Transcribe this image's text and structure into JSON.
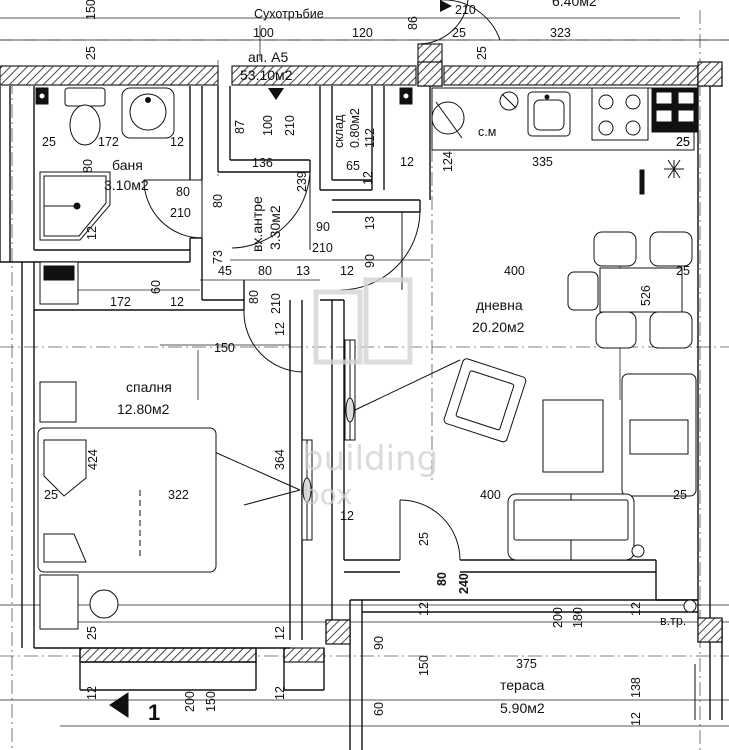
{
  "apartment": {
    "title": "ап. А5",
    "area": "53.10м2"
  },
  "rooms": {
    "bathroom": {
      "name": "баня",
      "area": "3.10м2"
    },
    "entrance": {
      "name": "вх.антре",
      "area": "3.30м2"
    },
    "storage": {
      "name": "склад",
      "area": "0.80м2"
    },
    "living": {
      "name": "дневна",
      "area": "20.20м2"
    },
    "bedroom": {
      "name": "спалня",
      "area": "12.80м2"
    },
    "terrace": {
      "name": "тераса",
      "area": "5.90м2"
    },
    "upper": {
      "area": "6.40м2"
    }
  },
  "notes": {
    "drying": "Сухотръбие",
    "sink_label": "с.м",
    "trash": "в.тр.",
    "section": "1"
  },
  "dimensions": {
    "d150": "150",
    "d100": "100",
    "d120": "120",
    "d86": "86",
    "d210a": "210",
    "d25a": "25",
    "d25b": "25",
    "d323": "323",
    "d25c": "25",
    "d172a": "172",
    "d12a": "12",
    "d87": "87",
    "d100b": "100",
    "d210b": "210",
    "d112": "112",
    "d12b": "12",
    "d335": "335",
    "d124": "124",
    "d25d": "25",
    "d80a": "80",
    "d136": "136",
    "d65": "65",
    "d12c": "12",
    "d239": "239",
    "d80b": "80",
    "d210c": "210",
    "d80c": "80",
    "d13a": "13",
    "d90a": "90",
    "d210d": "210",
    "d12d": "12",
    "d90b": "90",
    "d73": "73",
    "d45": "45",
    "d80d": "80",
    "d13b": "13",
    "d12e": "12",
    "d400a": "400",
    "d25e": "25",
    "d526": "526",
    "d172b": "172",
    "d60a": "60",
    "d12f": "12",
    "d80e": "80",
    "d210e": "210",
    "d12g": "12",
    "d150b": "150",
    "d424": "424",
    "d364": "364",
    "d25f": "25",
    "d322": "322",
    "d400b": "400",
    "d25g": "25",
    "d12h": "12",
    "d25h": "25",
    "d80f": "80",
    "d240": "240",
    "d12i": "12",
    "d200a": "200",
    "d180": "180",
    "d25i": "25",
    "d12j": "12",
    "d90c": "90",
    "d150c": "150",
    "d375": "375",
    "d138": "138",
    "d12k": "12",
    "d200b": "200",
    "d150d": "150",
    "d60b": "60",
    "d12l": "12",
    "d25j": "25",
    "d25k": "25",
    "d12m": "12",
    "d12n": "12",
    "d80g": "80"
  },
  "watermark": {
    "line1": "building",
    "line2": "box"
  }
}
